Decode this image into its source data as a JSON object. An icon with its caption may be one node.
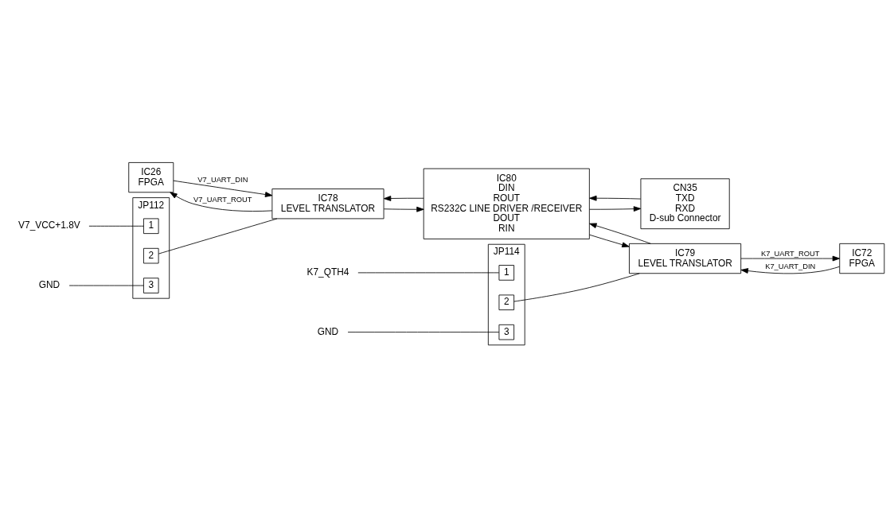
{
  "diagram": {
    "nodes": [
      {
        "text": [
          "IC26",
          "FPGA"
        ]
      },
      {
        "text": [
          "IC78",
          "LEVEL TRANSLATOR"
        ]
      },
      {
        "text": [
          "IC80",
          "DIN",
          "ROUT",
          "RS232C LINE DRIVER /RECEIVER",
          "DOUT",
          "RIN"
        ]
      },
      {
        "text": [
          "CN35",
          "TXD",
          "RXD",
          "D-sub Connector"
        ]
      },
      {
        "text": [
          "V7_VCC+1.8V"
        ]
      },
      {
        "text": [
          "JP112"
        ]
      },
      {
        "text": [
          "1"
        ],
        "in": 5
      },
      {
        "text": [
          "2"
        ],
        "in": 5
      },
      {
        "text": [
          "3"
        ],
        "in": 5
      },
      {
        "text": [
          "GND"
        ]
      },
      {
        "text": [
          "IC72",
          "FPGA"
        ]
      },
      {
        "text": [
          "IC79",
          "LEVEL TRANSLATOR"
        ]
      },
      {
        "text": [
          "JP114"
        ]
      },
      {
        "text": [
          "1"
        ],
        "in": 12
      },
      {
        "text": [
          "2"
        ],
        "in": 12
      },
      {
        "text": [
          "3"
        ],
        "in": 12
      },
      {
        "text": [
          "K7_QTH4"
        ]
      },
      {
        "text": [
          "GND"
        ]
      }
    ],
    "edges": [
      {
        "from": 0,
        "to": 1,
        "arrow": "to",
        "label": "V7_UART_DIN"
      },
      {
        "from": 1,
        "to": 0,
        "arrow": "to",
        "label": "V7_UART_ROUT"
      },
      {
        "from": 1,
        "to": 2,
        "arrow": "to"
      },
      {
        "from": 2,
        "to": 1,
        "arrow": "to"
      },
      {
        "from": 11,
        "to": 2,
        "arrow": "to"
      },
      {
        "from": 2,
        "to": 11,
        "arrow": "to"
      },
      {
        "from": 2,
        "to": 3,
        "arrow": "to"
      },
      {
        "from": 3,
        "to": 2,
        "arrow": "to"
      },
      {
        "from": 4,
        "to": 6,
        "arrow": "none"
      },
      {
        "from": 7,
        "to": 1,
        "arrow": "none"
      },
      {
        "from": 9,
        "to": 8,
        "arrow": "none"
      },
      {
        "from": 10,
        "to": 11,
        "arrow": "to",
        "label": "K7_UART_DIN"
      },
      {
        "from": 11,
        "to": 10,
        "arrow": "to",
        "label": "K7_UART_ROUT"
      },
      {
        "from": 16,
        "to": 13,
        "arrow": "none"
      },
      {
        "from": 14,
        "to": 11,
        "arrow": "none"
      },
      {
        "from": 17,
        "to": 15,
        "arrow": "none"
      }
    ]
  }
}
